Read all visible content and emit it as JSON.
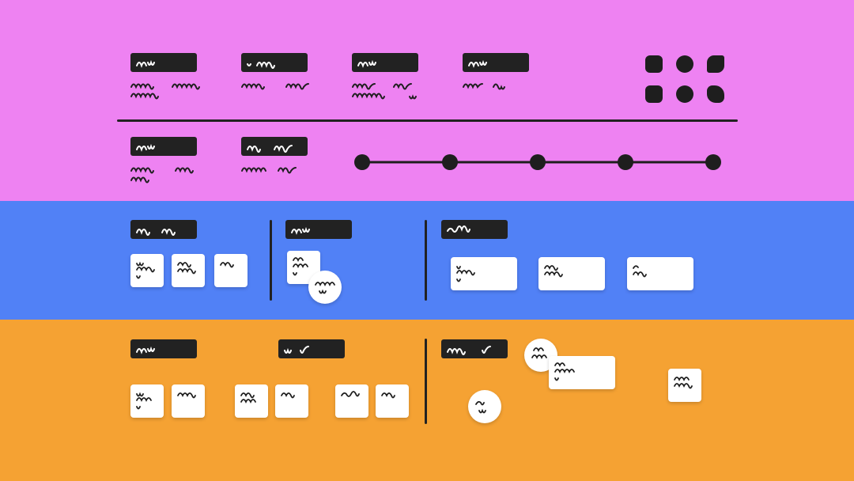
{
  "colors": {
    "section_top": "#EE82F2",
    "section_middle": "#5181F6",
    "section_bottom": "#F5A233",
    "ink": "#1E1E1E",
    "note": "#FFFFFF"
  },
  "sections": [
    {
      "name": "top",
      "color": "#EE82F2"
    },
    {
      "name": "middle",
      "color": "#5181F6"
    },
    {
      "name": "bottom",
      "color": "#F5A233"
    }
  ],
  "timeline": {
    "milestones": 5
  },
  "shape_palette": [
    "rounded-square",
    "circle",
    "pinched-square",
    "rounded-square",
    "circle",
    "blob"
  ]
}
